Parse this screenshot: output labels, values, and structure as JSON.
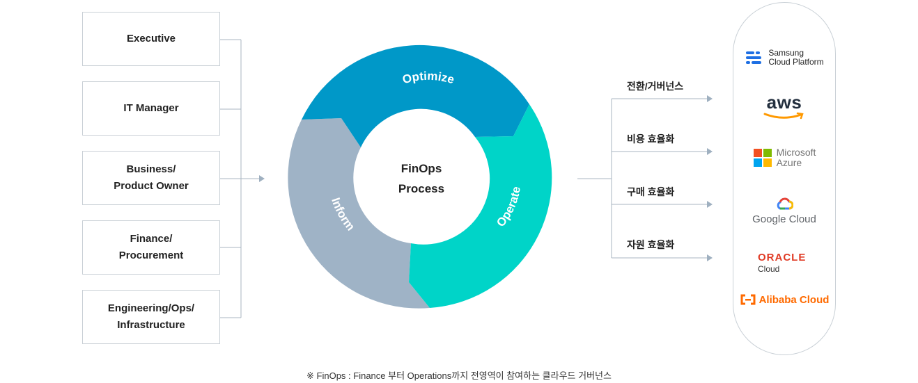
{
  "roles": [
    "Executive",
    "IT Manager",
    "Business/\nProduct Owner",
    "Finance/\nProcurement",
    "Engineering/Ops/\nInfrastructure"
  ],
  "center": {
    "title": "FinOps\nProcess"
  },
  "phases": [
    {
      "label": "Optimize",
      "color": "#0098c8"
    },
    {
      "label": "Operate",
      "color": "#00d4c8"
    },
    {
      "label": "Inform",
      "color": "#9fb3c6"
    }
  ],
  "benefits": [
    "전환/거버넌스",
    "비용 효율화",
    "구매 효율화",
    "자원 효율화"
  ],
  "clouds": {
    "samsung": {
      "line1": "Samsung",
      "line2": "Cloud Platform",
      "color": "#1e6fe3"
    },
    "aws": {
      "text": "aws"
    },
    "azure": {
      "line1": "Microsoft",
      "line2": "Azure"
    },
    "google": {
      "text": "Google Cloud"
    },
    "oracle": {
      "line1": "ORACLE",
      "line2": "Cloud",
      "color": "#e03a24"
    },
    "alibaba": {
      "text": "Alibaba Cloud",
      "color": "#ff6a00"
    }
  },
  "footnote": "※ FinOps : Finance 부터 Operations까지 전영역이 참여하는 클라우드 거버넌스",
  "colors": {
    "line": "#a9b6c2",
    "arrow": "#9fb0c0"
  }
}
